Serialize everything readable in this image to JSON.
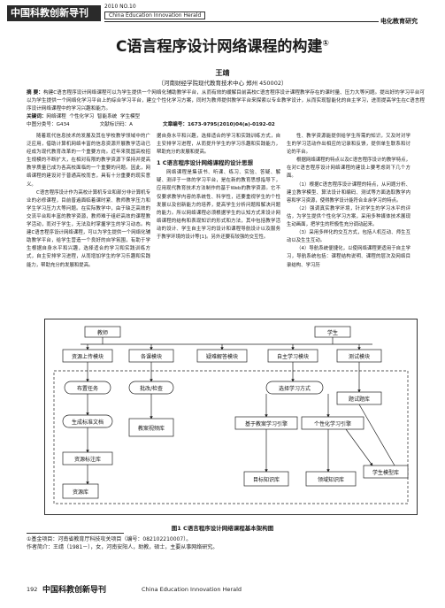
{
  "header": {
    "journal_cn": "中国科教创新导刊",
    "issue": "2010  NO.10",
    "journal_en": "China Education Innovation Herald",
    "section": "电化教育研究"
  },
  "title": "C语言程序设计网络课程的构建",
  "title_mark": "①",
  "author": "王靖",
  "affiliation": "（河南财经学院现代教育技术中心    郑州    450002）",
  "abstract": {
    "label": "摘 要：",
    "text": "构建C语言程序设计网络课程可以为学生提供一个网络化辅助教学平台，从而有效的缓解目前高校C语言程序设计课程教学存在的课时量、压力大等问题。提出好的学习平台可以为学生提供一个网络化学习平台上的综合学习平台，建立个性化学习方案，同时为教师提供教学平台来探索以专业教学设计，从而实现智能化的自主学习，进而提高学生在C语言程序设计网络课程中的学习兴趣和能力。"
  },
  "keywords": {
    "label": "关键词：",
    "items": [
      "网络课程",
      "个性化学习",
      "智能系统",
      "学生模型"
    ]
  },
  "classification": {
    "clc": "中图分类号：G434",
    "doc_code": "文献标识码：A",
    "article_no": "文章编号：1673-9795(2010)04(a)-0192-02"
  },
  "col1": [
    "随着现代信息技术的发展及其在学校教学领域中的广泛应用，借助计算机网络丰富的信息资源开展教学活动已经成为现代教育改革的一个重要方向。近年来我国高校招生规模的不断扩大，在相对有限的教学资源下保持并提高教学质量已成为各高校面临的一个重要的问题。因此，网络课程的建设对于普通高校而言，具有十分重要的现实意义。",
    "C语言程序设计作为高校计算机专业和部分非计算机专业的必修课程，目前普遍面临着课时紧、教师教学压力和学生学习压力大等问题。在实际教学中，由于缺乏高效的交流平台和丰富的教学资源，教师难于组织高效的课程教学活动，而对于学生，无法及时掌握学生的学习动态。构建C语言程序设计网络课程，可以为学生提供一个网络化辅助教学平台，给学生营造一个良好的自学氛围，有助于学生根据自身水平和兴趣，选择适合的学习和实践训练方式，自主安排学习进程，从而增加学生的学习乐趣和实践能力，帮助充分的发展和提高。"
  ],
  "col2_intro": "据自身水平和兴趣，选择适合的学习和实践训练方式，自主安排学习进程，从而提升学生的学习乐趣和实践能力，帮助充分的发展和提高。",
  "section1_title": "1  C语言程序设计网络课程的设计思想",
  "col2_body": "网络课程是集该书、听课、练习、实验、答疑、解疑、测评于一体的学习平台，是在新的教育思想指导下，应用现代教育技术方法制作的基于Web的教学资源。它不仅要求教学内容的系统性、科学性，还要重视学生的个性发展以及创新能力的培养，提高学生分析问题和解决问题的能力。所以网络课程必须根据学生的认知方式来设计网络课程的结构和表现知识的形式和方法，其中包括教学活动的设计、学生自主学习的设计和课程导航设计以及服务于教学环境的设计等[1]。另外还要有较强的交互性。",
  "col3": [
    "性、教学资源能提供给学生所需的知识，又及时对学生的学习活动作出相应的记录和反馈，提供单生联系和讨论的平台。",
    "根据网络课程的特点以及C语言程序设计的教学特点，在对C语言程序设计网络课程的建设上要考虑到下几个方面。",
    "（1）根据C语言程序设计课程的特点，从问题分析、建立教学模型、算法设计和编码、测试等方面选取教学内容和学习资源，使得教学设计能符合业余学习的特点。",
    "（2）强调真实教学环境，针对学生的学习水平的评估，为学生提供个性化学习方案，采用多种媒体技术展现生动画面，把学生的积极性充分调动起来。",
    "（3）采用多样化的交互方式，包括人机互动、师生互动以及生生互动。",
    "（4）导航系统便捷化，以使网络课程更适用于自主学习，导航系统包括：课程结构说明、课程的层次及网络目录结构、学习历"
  ],
  "figure": {
    "caption": "图1   C语言程序设计网络课程基本架构图",
    "nodes": {
      "teacher": "教师",
      "student": "学生",
      "resource_upload": "资源上传模块",
      "assignment": "各课模块",
      "qa": "疑难解答模块",
      "self_study": "自主学习模块",
      "test": "测试模块",
      "publish_assignment": "布置任务",
      "grading": "批改/检查",
      "choose_study": "选择学习方式",
      "question_bank": "题试题库",
      "generate_material": "生成标准文档",
      "lesson_library": "教案视频库",
      "basic_study": "基于教案学习引擎",
      "personalized": "个性化学习引擎",
      "resource_library": "资源标注库",
      "student_model": "学生模型库",
      "resource_db": "资源库",
      "knowledge_lib": "目标知识库",
      "domain_knowledge": "领域知识库"
    }
  },
  "footnotes": {
    "fn1": "①基金项目：河南省教育厅科技攻关项目（编号：082102210007）。",
    "fn2": "作者简介：王靖（1981－），女，河南安阳人，助教，硕士，主要从事网络研究。"
  },
  "footer": {
    "page": "192",
    "journal_cn": "中国科教创新导刊",
    "journal_en": "China  Education  Innovation  Herald"
  }
}
